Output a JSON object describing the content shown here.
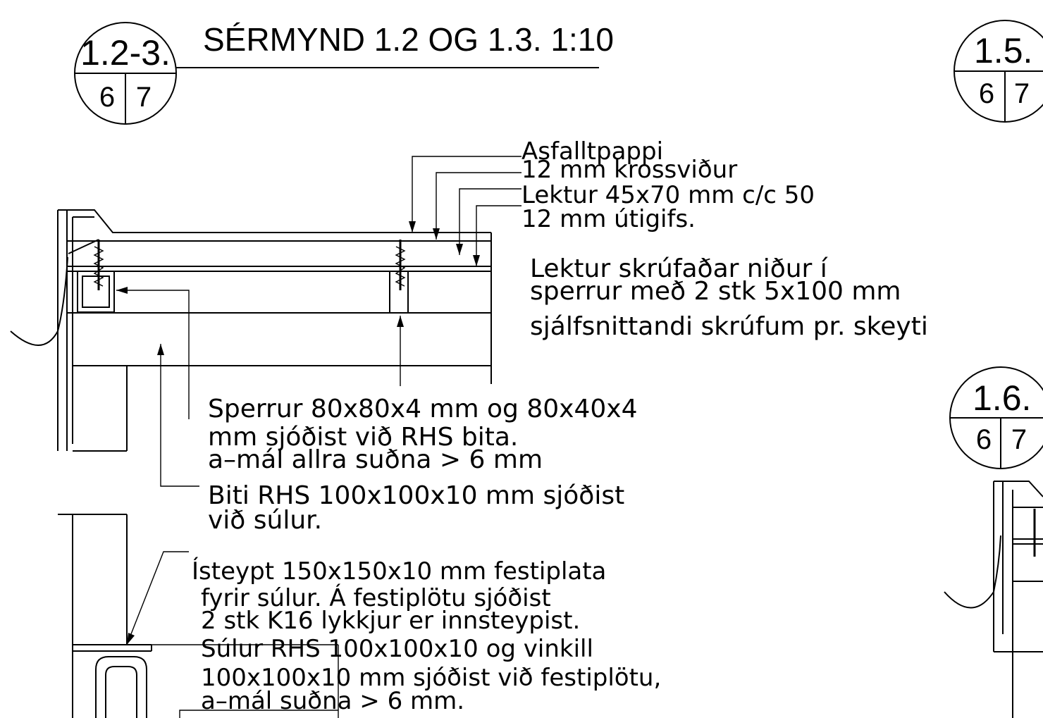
{
  "detail_main": {
    "bubble_id": "1.2-3.",
    "sheet_left": "6",
    "sheet_right": "7",
    "title": "SÉRMYND 1.2 OG 1.3.  1:10"
  },
  "detail_right_top": {
    "bubble_id": "1.5.",
    "sheet_left": "6",
    "sheet_right": "7"
  },
  "detail_right_mid": {
    "bubble_id": "1.6.",
    "sheet_left": "6",
    "sheet_right": "7"
  },
  "labels": {
    "layers": [
      "Asfalltpappi",
      "12  mm  krossviður",
      "Lektur  45x70  mm  c/c  50",
      "12  mm  útigifs."
    ],
    "screw_note": [
      "Lektur  skrúfaðar  niður  í",
      "sperrur  með  2  stk  5x100  mm",
      "sjálfsnittandi  skrúfum  pr.  skeyti"
    ],
    "rafter_note": [
      "Sperrur  80x80x4  mm  og  80x40x4",
      "mm  sjóðist  við  RHS  bita.",
      "a–mál  allra  suðna  >  6  mm"
    ],
    "beam_note": [
      "Biti  RHS  100x100x10  mm  sjóðist",
      "við  súlur."
    ],
    "plate_note": [
      "Ísteypt  150x150x10  mm  festiplata",
      "fyrir  súlur.  Á  festiplötu  sjóðist",
      "2  stk  K16  lykkjur  er  innsteypist.",
      "Súlur  RHS  100x100x10  og  vinkill",
      "100x100x10  mm  sjóðist  við  festiplötu,",
      "a–mál  suðna  >  6  mm."
    ]
  }
}
